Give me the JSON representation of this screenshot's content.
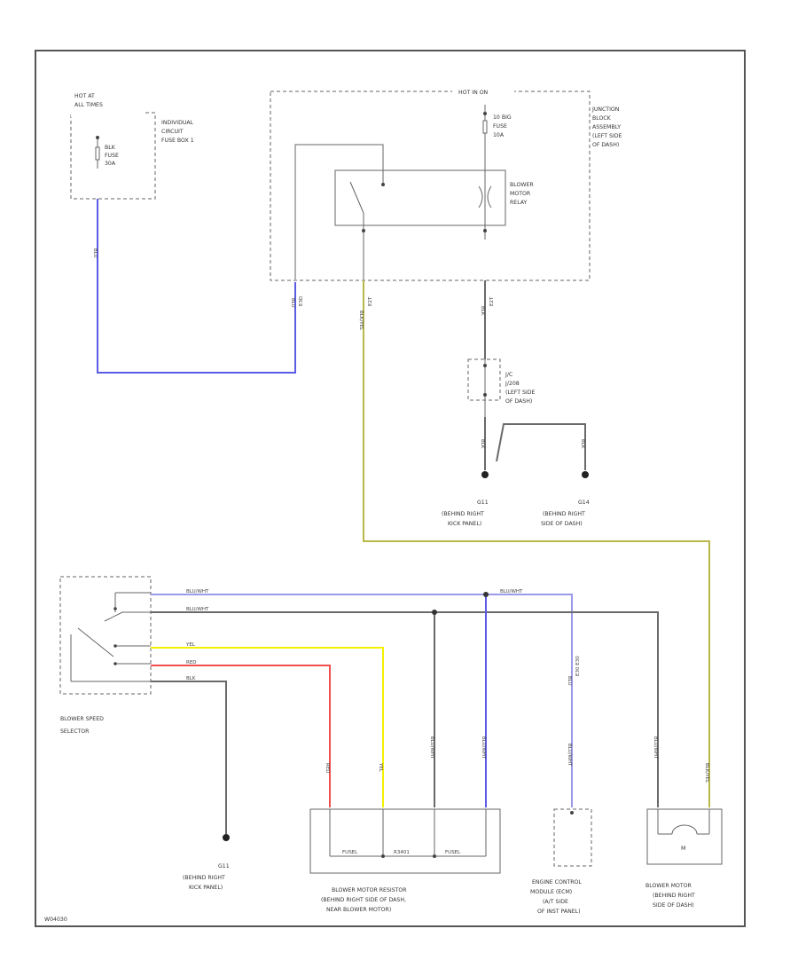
{
  "colors": {
    "wire_blue": "#5b5be6",
    "wire_yellow_green": "#b8b84a",
    "wire_gray": "#6a6a6a",
    "wire_yellow": "#f5f000",
    "wire_red": "#f05050",
    "wire_light_blue": "#9a9ae8",
    "frame": "#555555"
  },
  "fuse_box_1": {
    "header": [
      "HOT AT",
      "ALL TIMES"
    ],
    "fuse": [
      "BLK",
      "FUSE",
      "30A"
    ],
    "label": [
      "INDIVIDUAL",
      "CIRCUIT",
      "FUSE BOX 1"
    ]
  },
  "junction_block": {
    "header": "HOT IN ON",
    "fuse": [
      "10 BIG",
      "FUSE",
      "10A"
    ],
    "label": [
      "JUNCTION",
      "BLOCK",
      "ASSEMBLY",
      "(LEFT SIDE",
      "OF DASH)"
    ],
    "relay_label": [
      "BLOWER",
      "MOTOR",
      "RELAY"
    ],
    "connectors": [
      "E3D",
      "E2T",
      "E2T"
    ]
  },
  "jc_block": {
    "label": [
      "J/C",
      "J/208",
      "(LEFT SIDE",
      "OF DASH)"
    ]
  },
  "grounds": [
    {
      "id": "G11",
      "text": [
        "(BEHIND RIGHT",
        "KICK PANEL)"
      ]
    },
    {
      "id": "G14",
      "text": [
        "(BEHIND RIGHT",
        "SIDE OF DASH)"
      ]
    },
    {
      "id": "G11",
      "text": [
        "(BEHIND RIGHT",
        "KICK PANEL)"
      ]
    }
  ],
  "wire_labels": {
    "fuse_box_out": "BLU",
    "e3d": "BLU",
    "relay_out": "BLK/YEL",
    "relay_ground": "BLK",
    "jc_ground_1": "BLK",
    "jc_ground_2": "BLK",
    "sel_1": "BLU/WHT",
    "sel_2": "BLU/WHT",
    "sel_3": "YEL",
    "sel_4": "RED",
    "sel_5": "BLK",
    "top_right": "BLU/WHT",
    "res_1": "RED",
    "res_2": "YEL",
    "res_3": "BLU/WHT",
    "res_4": "BLU/WHT",
    "ecm_wire": "BLU/WHT",
    "ecm_conn": "E30 E30",
    "ecm_pin": "BLU",
    "motor_1": "BLU/WHT",
    "motor_2": "BLK/YEL"
  },
  "selector": {
    "label": [
      "BLOWER SPEED",
      "SELECTOR"
    ]
  },
  "resistor": {
    "values": [
      "FUSEL",
      "R3401",
      "FUSEL"
    ],
    "label": [
      "BLOWER MOTOR RESISTOR",
      "(BEHIND RIGHT SIDE OF DASH,",
      "NEAR BLOWER MOTOR)"
    ]
  },
  "ecm": {
    "label": [
      "ENGINE CONTROL",
      "MODULE (ECM)",
      "(A/T SIDE",
      "OF INST PANEL)"
    ]
  },
  "blower_motor": {
    "symbol": "M",
    "label": [
      "BLOWER MOTOR",
      "(BEHIND RIGHT",
      "SIDE OF DASH)"
    ]
  },
  "footer_code": "W04030"
}
